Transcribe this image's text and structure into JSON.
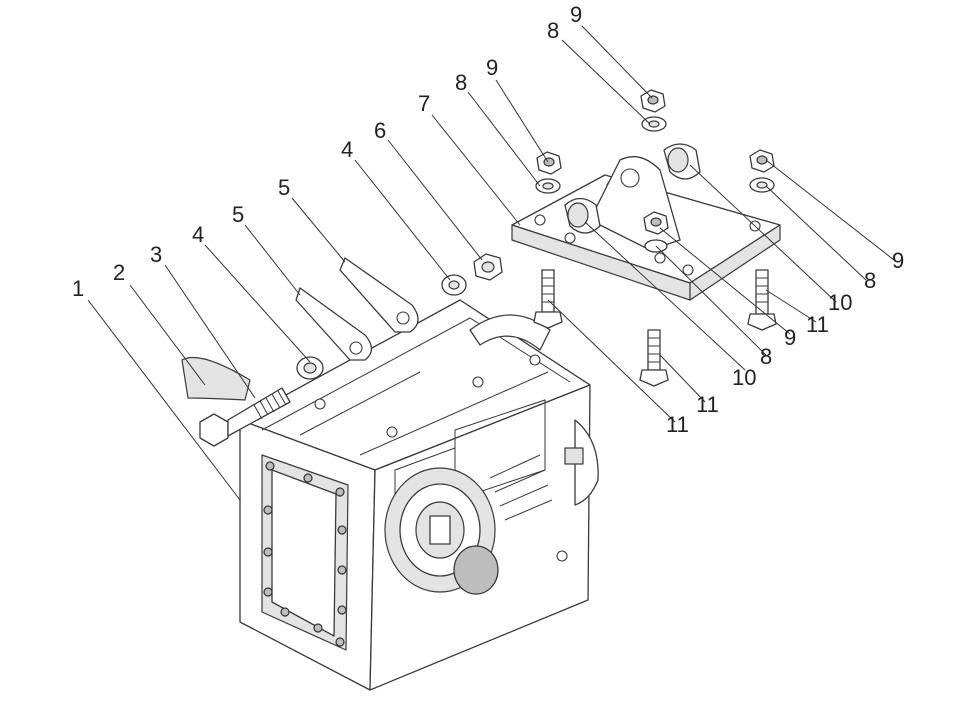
{
  "diagram": {
    "type": "exploded-assembly",
    "callouts": [
      {
        "id": "c1",
        "label": "1"
      },
      {
        "id": "c2",
        "label": "2"
      },
      {
        "id": "c3",
        "label": "3"
      },
      {
        "id": "c4a",
        "label": "4"
      },
      {
        "id": "c5a",
        "label": "5"
      },
      {
        "id": "c5b",
        "label": "5"
      },
      {
        "id": "c4b",
        "label": "4"
      },
      {
        "id": "c6",
        "label": "6"
      },
      {
        "id": "c7",
        "label": "7"
      },
      {
        "id": "c8a",
        "label": "8"
      },
      {
        "id": "c9a",
        "label": "9"
      },
      {
        "id": "c8b",
        "label": "8"
      },
      {
        "id": "c9b",
        "label": "9"
      },
      {
        "id": "c9c",
        "label": "9"
      },
      {
        "id": "c8c",
        "label": "8"
      },
      {
        "id": "c10a",
        "label": "10"
      },
      {
        "id": "c11a",
        "label": "11"
      },
      {
        "id": "c9d",
        "label": "9"
      },
      {
        "id": "c8d",
        "label": "8"
      },
      {
        "id": "c10b",
        "label": "10"
      },
      {
        "id": "c11b",
        "label": "11"
      },
      {
        "id": "c11c",
        "label": "11"
      }
    ]
  }
}
